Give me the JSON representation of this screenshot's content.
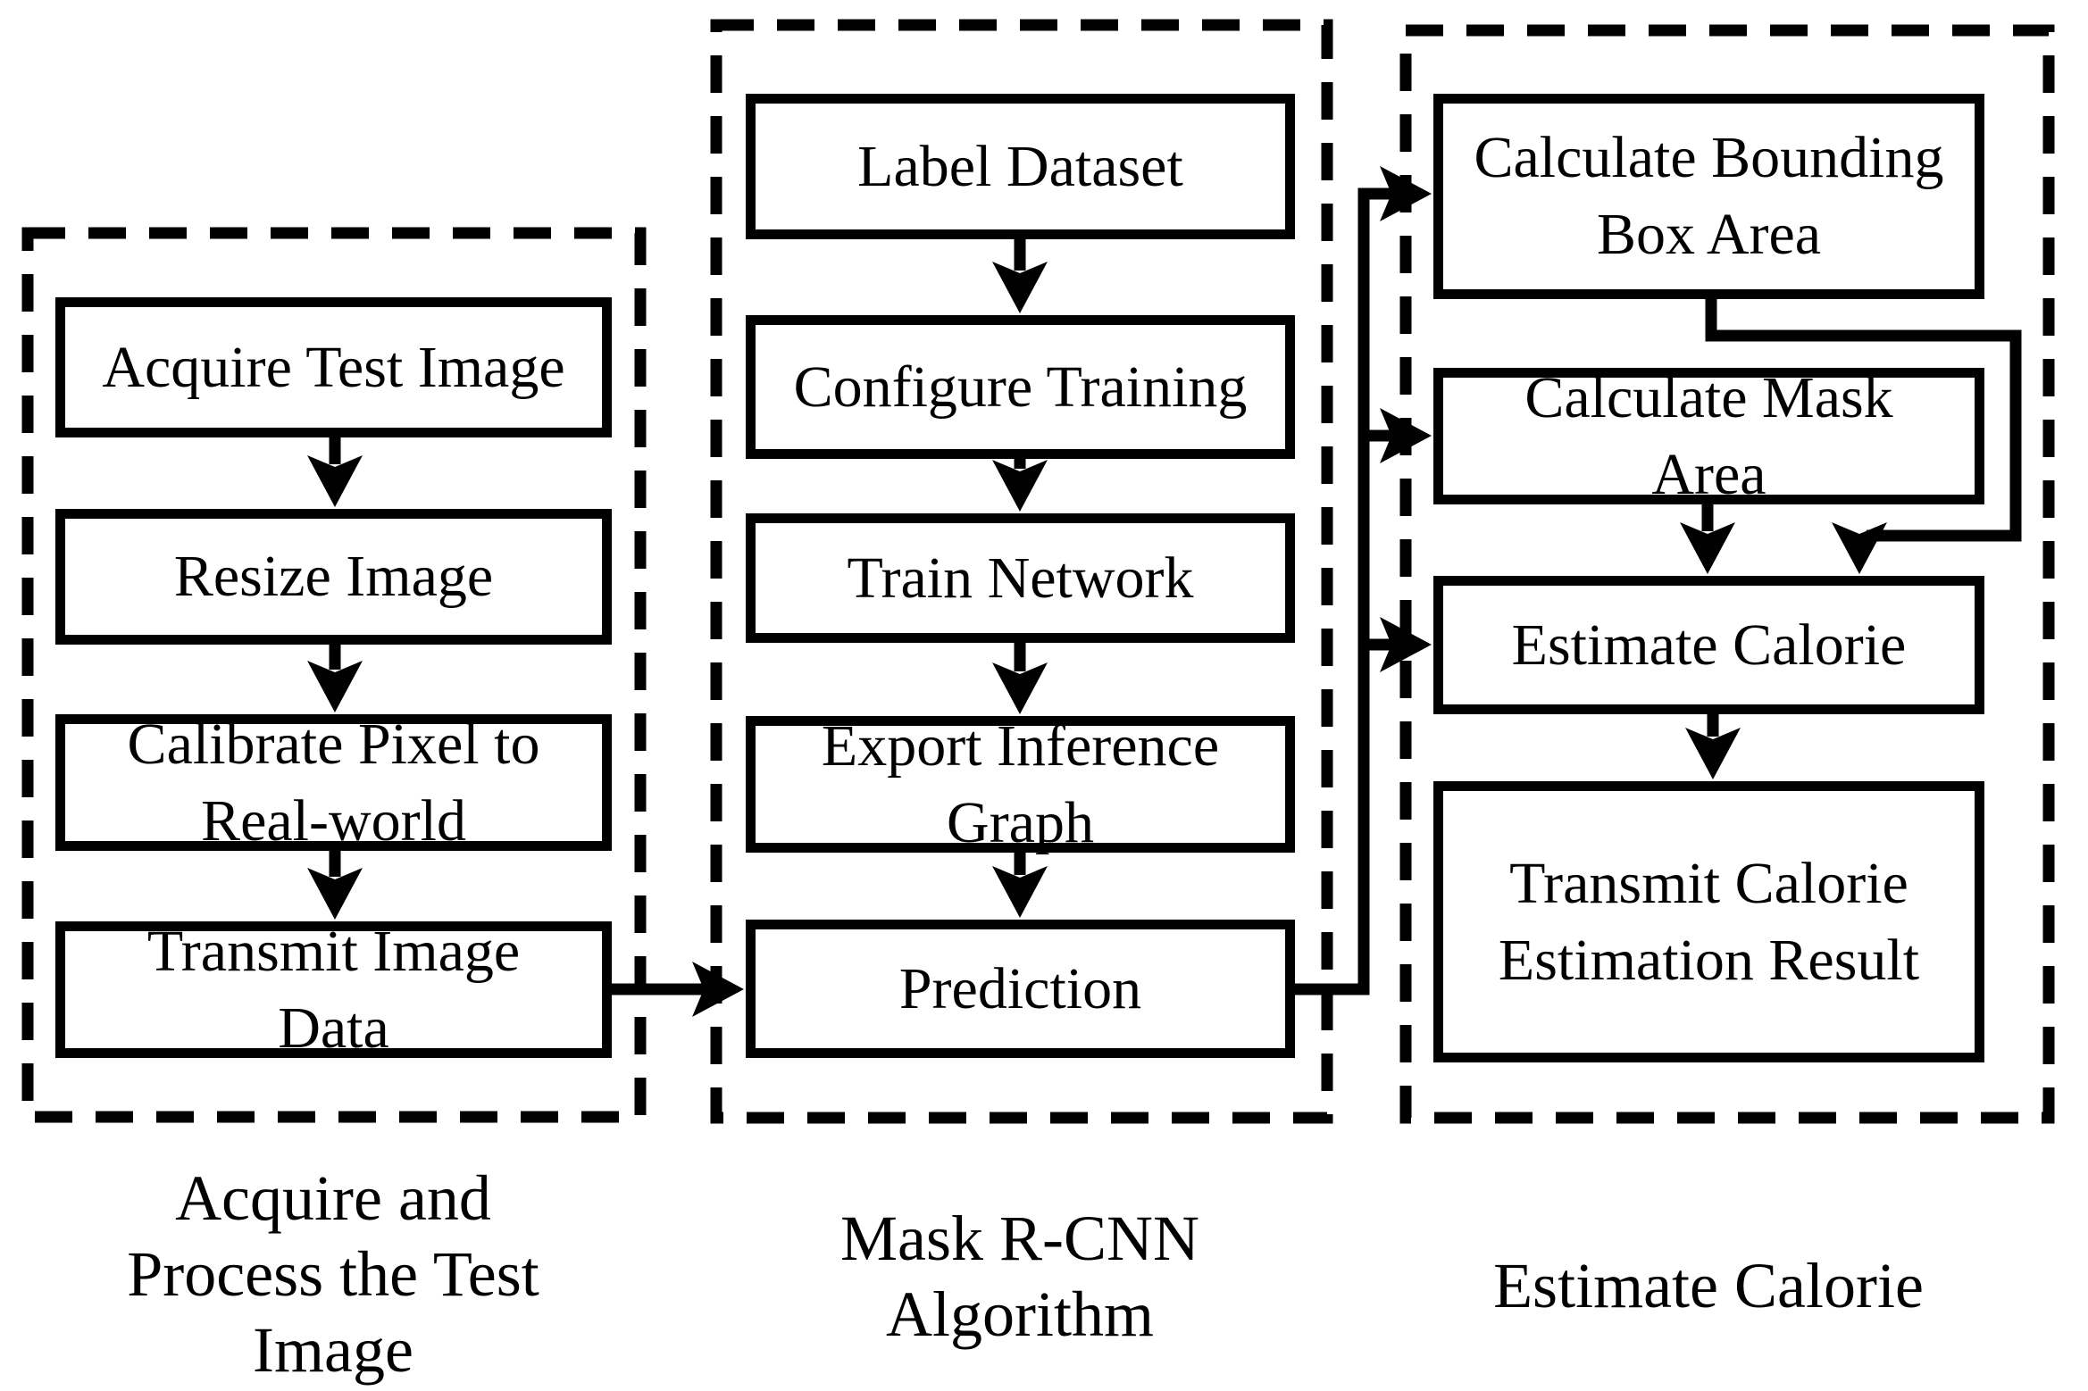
{
  "diagram": {
    "colors": {
      "ink": "#000000",
      "background": "#ffffff"
    },
    "groups": [
      {
        "caption": "Acquire and\nProcess the Test\nImage",
        "nodes": [
          {
            "label": "Acquire Test Image"
          },
          {
            "label": "Resize Image"
          },
          {
            "label": "Calibrate Pixel to\nReal-world"
          },
          {
            "label": "Transmit Image\nData"
          }
        ]
      },
      {
        "caption": "Mask R-CNN\nAlgorithm",
        "nodes": [
          {
            "label": "Label Dataset"
          },
          {
            "label": "Configure Training"
          },
          {
            "label": "Train Network"
          },
          {
            "label": "Export Inference\nGraph"
          },
          {
            "label": "Prediction"
          }
        ]
      },
      {
        "caption": "Estimate Calorie",
        "nodes": [
          {
            "label": "Calculate Bounding\nBox Area"
          },
          {
            "label": "Calculate Mask\nArea"
          },
          {
            "label": "Estimate Calorie"
          },
          {
            "label": "Transmit Calorie\nEstimation Result"
          }
        ]
      }
    ],
    "edges": [
      {
        "from": "Acquire Test Image",
        "to": "Resize Image"
      },
      {
        "from": "Resize Image",
        "to": "Calibrate Pixel to Real-world"
      },
      {
        "from": "Calibrate Pixel to Real-world",
        "to": "Transmit Image Data"
      },
      {
        "from": "Transmit Image Data",
        "to": "Prediction"
      },
      {
        "from": "Label Dataset",
        "to": "Configure Training"
      },
      {
        "from": "Configure Training",
        "to": "Train Network"
      },
      {
        "from": "Train Network",
        "to": "Export Inference Graph"
      },
      {
        "from": "Export Inference Graph",
        "to": "Prediction"
      },
      {
        "from": "Prediction",
        "to": "Calculate Bounding Box Area"
      },
      {
        "from": "Prediction",
        "to": "Calculate Mask Area"
      },
      {
        "from": "Prediction",
        "to": "Estimate Calorie"
      },
      {
        "from": "Calculate Bounding Box Area",
        "to": "Estimate Calorie"
      },
      {
        "from": "Calculate Mask Area",
        "to": "Estimate Calorie"
      },
      {
        "from": "Estimate Calorie",
        "to": "Transmit Calorie Estimation Result"
      }
    ]
  }
}
